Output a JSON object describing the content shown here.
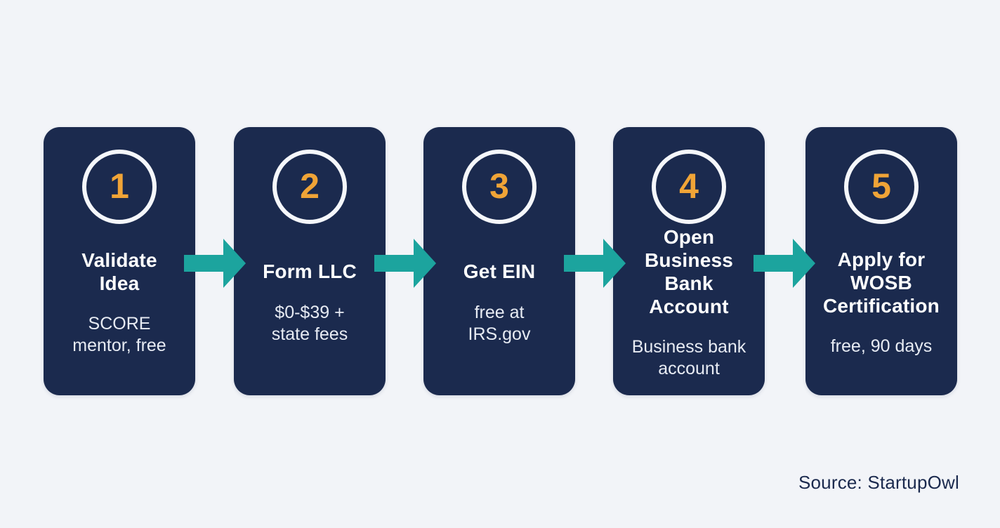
{
  "colors": {
    "background": "#F2F4F8",
    "card": "#1B2A4E",
    "arrow": "#1CA49E",
    "number": "#F0A437",
    "ring": "#F5F7FB",
    "title": "#FFFFFF",
    "subtitle": "#E7EBF3",
    "source": "#1B2A4E"
  },
  "steps": [
    {
      "number": "1",
      "title": "Validate\nIdea",
      "subtitle": "SCORE\nmentor, free"
    },
    {
      "number": "2",
      "title": "Form LLC",
      "subtitle": "$0-$39 +\nstate fees"
    },
    {
      "number": "3",
      "title": "Get EIN",
      "subtitle": "free at\nIRS.gov"
    },
    {
      "number": "4",
      "title": "Open\nBusiness\nBank\nAccount",
      "subtitle": "Business bank\naccount"
    },
    {
      "number": "5",
      "title": "Apply for\nWOSB\nCertification",
      "subtitle": "free, 90 days"
    }
  ],
  "source": {
    "label": "Source: StartupOwl"
  }
}
